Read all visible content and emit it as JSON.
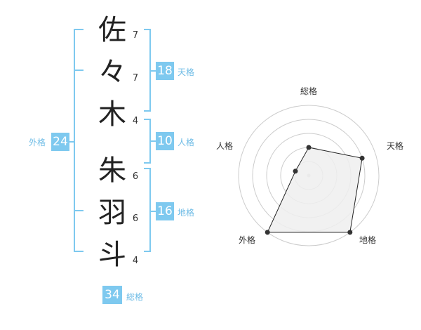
{
  "colors": {
    "accent": "#7ec9ef",
    "accent_text": "#6fbce6",
    "radar_fill": "#eeeeee",
    "radar_line": "#222222",
    "ring": "#cccccc"
  },
  "name": {
    "chars": [
      {
        "char": "佐",
        "strokes": "7"
      },
      {
        "char": "々",
        "strokes": "7"
      },
      {
        "char": "木",
        "strokes": "4"
      },
      {
        "char": "朱",
        "strokes": "6"
      },
      {
        "char": "羽",
        "strokes": "6"
      },
      {
        "char": "斗",
        "strokes": "4"
      }
    ]
  },
  "kakusu": {
    "tenkaku": {
      "value": "18",
      "label": "天格"
    },
    "jinkaku": {
      "value": "10",
      "label": "人格"
    },
    "chikaku": {
      "value": "16",
      "label": "地格"
    },
    "gaikaku": {
      "value": "24",
      "label": "外格"
    },
    "soukaku": {
      "value": "34",
      "label": "総格"
    }
  },
  "radar": {
    "axes": [
      "総格",
      "天格",
      "地格",
      "外格",
      "人格"
    ],
    "levels": 5,
    "scores": [
      2,
      4,
      5,
      5,
      1
    ]
  }
}
